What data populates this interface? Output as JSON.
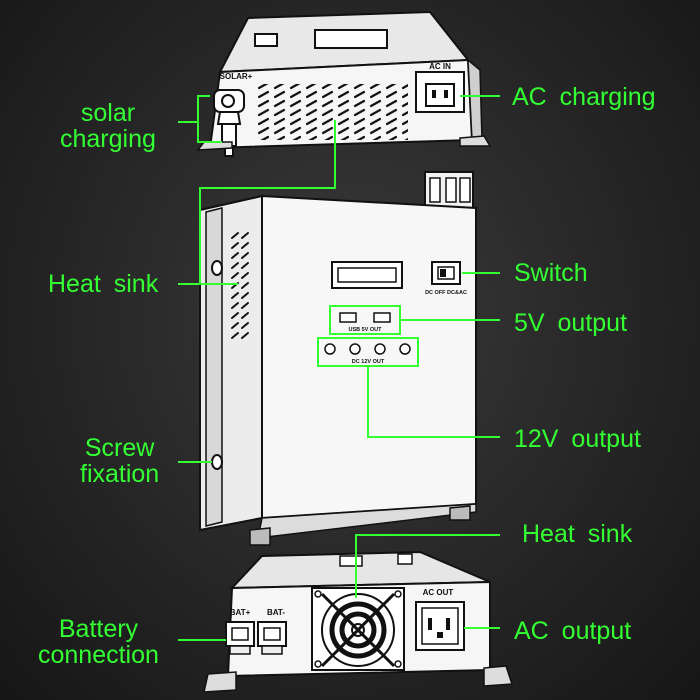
{
  "callouts": {
    "solar_charging": [
      "solar",
      "charging"
    ],
    "ac_charging": "AC charging",
    "heat_sink_side": "Heat sink",
    "switch": "Switch",
    "output_5v": "5V output",
    "output_12v": "12V output",
    "screw_fixation": [
      "Screw",
      "fixation"
    ],
    "heat_sink_bottom": "Heat sink",
    "battery_connection": [
      "Battery",
      "connection"
    ],
    "ac_output": "AC output"
  },
  "panel_labels": {
    "solar_port": "SOLAR+",
    "ac_in": "AC IN",
    "switch_positions": "DC OFF DC&AC",
    "usb": "USB 5V OUT",
    "dc_12v": "DC 12V OUT",
    "bat_plus": "BAT+",
    "bat_minus": "BAT-",
    "ac_out": "AC OUT"
  },
  "colors": {
    "accent": "#33ff33",
    "device_body": "#f4f4f4",
    "device_outline": "#111111",
    "background": "#2a2a2a"
  }
}
